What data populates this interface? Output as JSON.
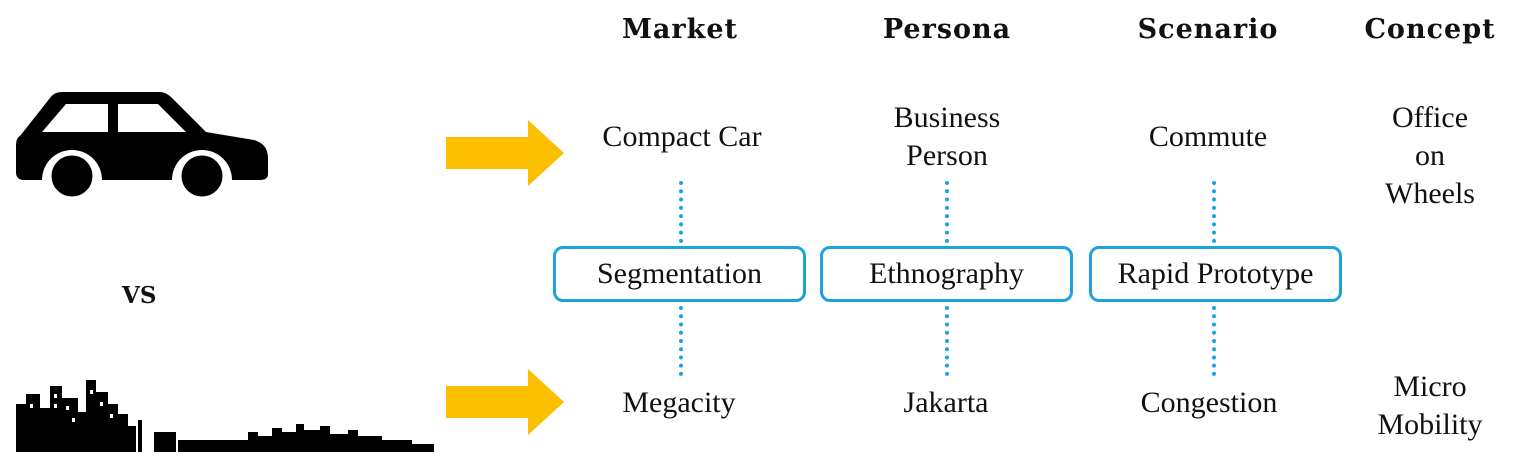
{
  "colors": {
    "accent_blue": "#1aa3e0",
    "arrow_yellow": "#fcbf00",
    "icon": "#000000"
  },
  "icons": {
    "car": "car-icon",
    "city": "city-skyline-icon",
    "arrows": "arrow-right-icon"
  },
  "left": {
    "vs_label": "VS"
  },
  "headers": {
    "market": "Market",
    "persona": "Persona",
    "scenario": "Scenario",
    "concept": "Concept"
  },
  "row_top": {
    "market": "Compact Car",
    "persona": "Business\nPerson",
    "scenario": "Commute",
    "concept": "Office on\nWheels"
  },
  "methods": {
    "market": "Segmentation",
    "persona": "Ethnography",
    "scenario": "Rapid Prototype"
  },
  "row_bottom": {
    "market": "Megacity",
    "persona": "Jakarta",
    "scenario": "Congestion",
    "concept": "Micro\nMobility"
  }
}
